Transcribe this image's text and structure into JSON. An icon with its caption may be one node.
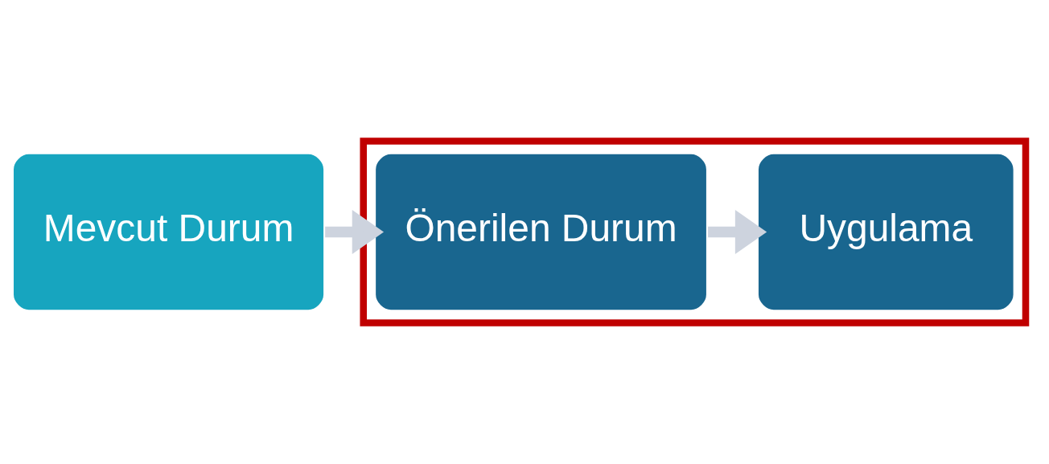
{
  "diagram": {
    "nodes": [
      {
        "text": [
          "Mevcut Durum"
        ]
      },
      {
        "text": [],
        "shape": "box"
      },
      {
        "text": [
          "Önerilen Durum"
        ],
        "in": 1
      },
      {
        "text": [
          "Uygulama"
        ],
        "in": 1
      }
    ],
    "edges": [
      {
        "from": 0,
        "to": 2,
        "arrow": "to"
      },
      {
        "from": 2,
        "to": 3,
        "arrow": "to"
      }
    ]
  }
}
